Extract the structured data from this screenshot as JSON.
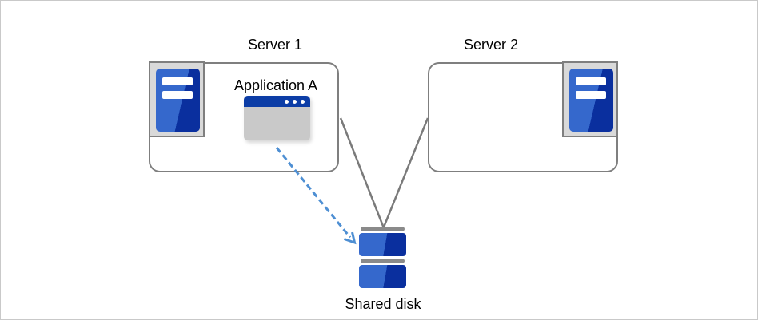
{
  "diagram": {
    "nodes": [
      {
        "id": "server1",
        "label": "Server 1",
        "icon": "server-icon"
      },
      {
        "id": "server2",
        "label": "Server 2",
        "icon": "server-icon"
      },
      {
        "id": "application_a",
        "label": "Application A",
        "icon": "app-window-icon",
        "parent": "server1"
      },
      {
        "id": "shared_disk",
        "label": "Shared disk",
        "icon": "shared-disk-icon"
      }
    ],
    "edges": [
      {
        "from": "server1",
        "to": "shared_disk",
        "style": "solid-gray-line"
      },
      {
        "from": "server2",
        "to": "shared_disk",
        "style": "solid-gray-line"
      },
      {
        "from": "application_a",
        "to": "shared_disk",
        "style": "dashed-blue-arrow"
      }
    ],
    "colors": {
      "box_border": "#7f7f7f",
      "connector_gray": "#7a7a7a",
      "arrow_blue": "#4e8fd3",
      "icon_blue_light": "#3568cc",
      "icon_blue_dark": "#0a2f9e",
      "titlebar_blue": "#0c3da6",
      "icon_container_gray": "#d9d9d9",
      "window_body_gray": "#c9c9c9",
      "disk_cap_gray": "#8a8a8a",
      "canvas_border": "#c9c9c9"
    }
  }
}
